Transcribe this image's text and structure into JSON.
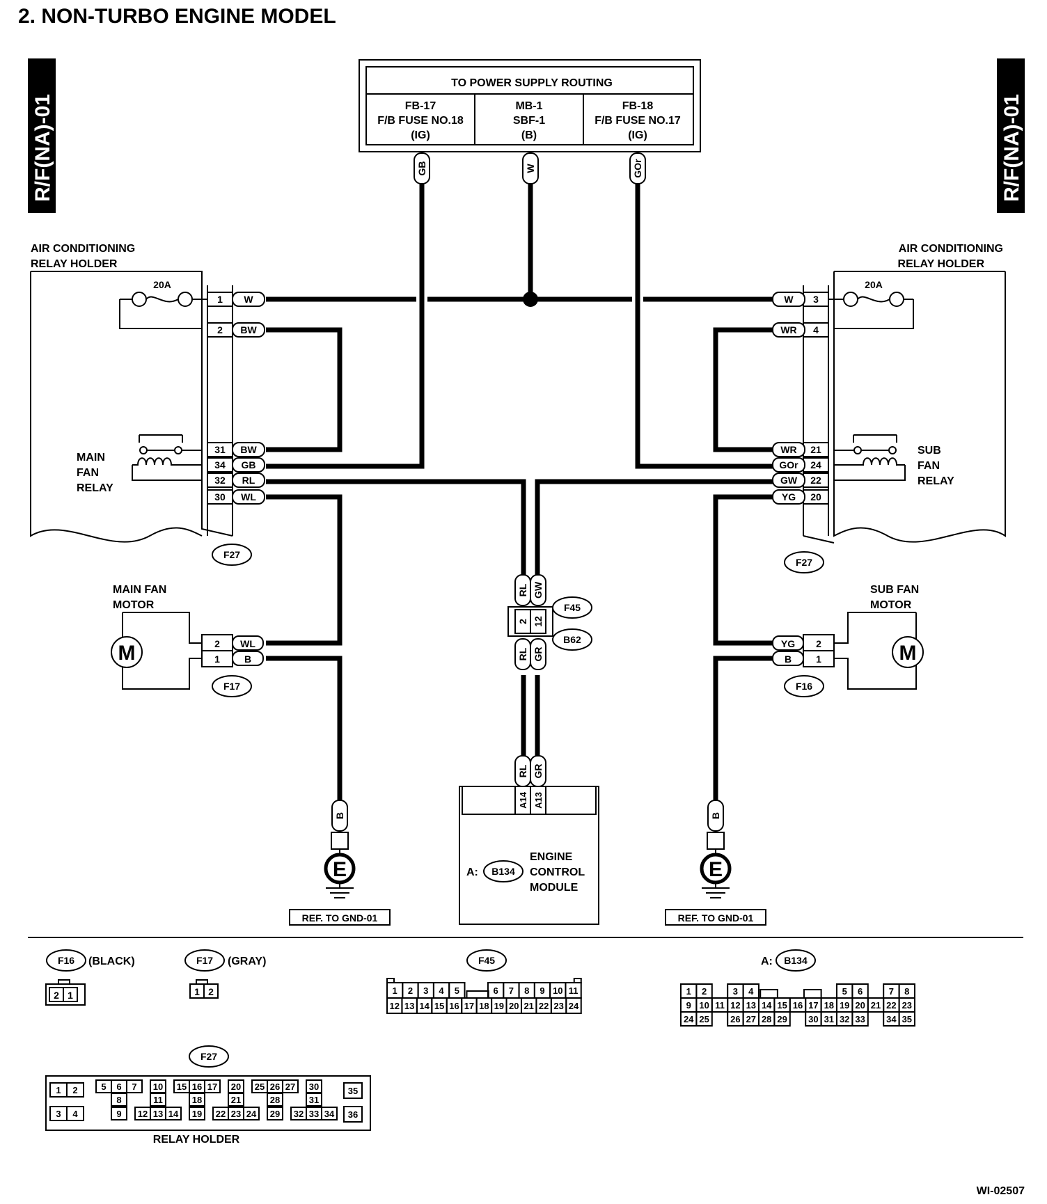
{
  "title": "2.  NON-TURBO ENGINE MODEL",
  "side_tab": "R/F(NA)-01",
  "figure_id": "WI-02507",
  "power": {
    "header": "TO POWER SUPPLY ROUTING",
    "cols": [
      {
        "l1": "FB-17",
        "l2": "F/B FUSE NO.18",
        "l3": "(IG)",
        "wire": "GB"
      },
      {
        "l1": "MB-1",
        "l2": "SBF-1",
        "l3": "(B)",
        "wire": "W"
      },
      {
        "l1": "FB-18",
        "l2": "F/B FUSE NO.17",
        "l3": "(IG)",
        "wire": "GOr"
      }
    ]
  },
  "left_holder": {
    "label1": "AIR CONDITIONING",
    "label2": "RELAY HOLDER",
    "fuse": "20A",
    "relay1": "MAIN",
    "relay2": "FAN",
    "relay3": "RELAY",
    "connector": "F27",
    "pins": [
      {
        "pin": "1",
        "wire": "W"
      },
      {
        "pin": "2",
        "wire": "BW"
      },
      {
        "pin": "31",
        "wire": "BW"
      },
      {
        "pin": "34",
        "wire": "GB"
      },
      {
        "pin": "32",
        "wire": "RL"
      },
      {
        "pin": "30",
        "wire": "WL"
      }
    ]
  },
  "right_holder": {
    "label1": "AIR CONDITIONING",
    "label2": "RELAY HOLDER",
    "fuse": "20A",
    "relay1": "SUB",
    "relay2": "FAN",
    "relay3": "RELAY",
    "connector": "F27",
    "pins": [
      {
        "pin": "3",
        "wire": "W"
      },
      {
        "pin": "4",
        "wire": "WR"
      },
      {
        "pin": "21",
        "wire": "WR"
      },
      {
        "pin": "24",
        "wire": "GOr"
      },
      {
        "pin": "22",
        "wire": "GW"
      },
      {
        "pin": "20",
        "wire": "YG"
      }
    ]
  },
  "main_motor": {
    "label1": "MAIN FAN",
    "label2": "MOTOR",
    "symbol": "M",
    "connector": "F17",
    "pins": [
      {
        "pin": "2",
        "wire": "WL"
      },
      {
        "pin": "1",
        "wire": "B"
      }
    ]
  },
  "sub_motor": {
    "label1": "SUB FAN",
    "label2": "MOTOR",
    "symbol": "M",
    "connector": "F16",
    "pins": [
      {
        "pin": "2",
        "wire": "YG"
      },
      {
        "pin": "1",
        "wire": "B"
      }
    ]
  },
  "center": {
    "upper_wires": [
      "RL",
      "GW"
    ],
    "upper_pins": [
      "2",
      "12"
    ],
    "conn_upper": "F45",
    "conn_lower": "B62",
    "lower_wires": [
      "RL",
      "GR"
    ],
    "ecm_wires": [
      "RL",
      "GR"
    ],
    "ecm_pins": [
      "A14",
      "A13"
    ]
  },
  "ecm": {
    "prefix": "A:",
    "connector": "B134",
    "l1": "ENGINE",
    "l2": "CONTROL",
    "l3": "MODULE"
  },
  "ground": {
    "wire": "B",
    "symbol": "E",
    "ref": "REF. TO GND-01"
  },
  "legend": {
    "f16": {
      "name": "F16",
      "color": "(BLACK)",
      "pins": [
        "2",
        "1"
      ]
    },
    "f17": {
      "name": "F17",
      "color": "(GRAY)",
      "pins": [
        "1",
        "2"
      ]
    },
    "f45": {
      "name": "F45",
      "row1": [
        "1",
        "2",
        "3",
        "4",
        "5",
        "",
        "6",
        "7",
        "8",
        "9",
        "10",
        "11"
      ],
      "row2": [
        "12",
        "13",
        "14",
        "15",
        "16",
        "17",
        "18",
        "19",
        "20",
        "21",
        "22",
        "23",
        "24"
      ]
    },
    "b134": {
      "prefix": "A:",
      "name": "B134",
      "row1": [
        "1",
        "2",
        "",
        "3",
        "4",
        "",
        "",
        "",
        "",
        "5",
        "6",
        "",
        "7",
        "8"
      ],
      "row2": [
        "9",
        "10",
        "11",
        "12",
        "13",
        "14",
        "15",
        "16",
        "17",
        "18",
        "19",
        "20",
        "21",
        "22",
        "23"
      ],
      "row3": [
        "24",
        "25",
        "",
        "26",
        "27",
        "28",
        "29",
        "",
        "30",
        "31",
        "32",
        "33",
        "",
        "34",
        "35"
      ]
    },
    "f27": {
      "name": "F27",
      "caption": "RELAY HOLDER",
      "g1": [
        "1",
        "2",
        "3",
        "4"
      ],
      "r1": [
        "5",
        "6",
        "7",
        "10",
        "15",
        "16",
        "17",
        "20",
        "25",
        "26",
        "27",
        "30"
      ],
      "r2": [
        "8",
        "11",
        "18",
        "21",
        "28",
        "31"
      ],
      "r3": [
        "9",
        "12",
        "13",
        "14",
        "19",
        "22",
        "23",
        "24",
        "29",
        "32",
        "33",
        "34"
      ],
      "g4": [
        "35",
        "36"
      ]
    }
  }
}
